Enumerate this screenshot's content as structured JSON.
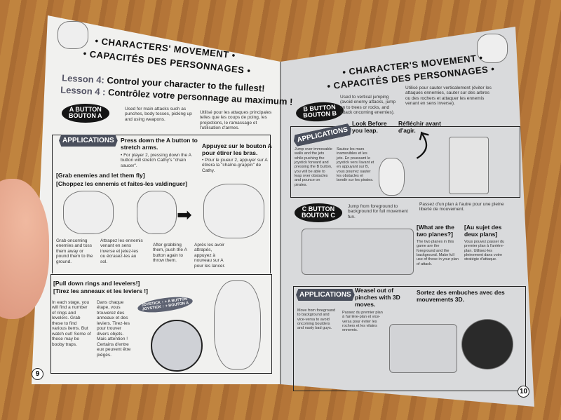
{
  "left_page": {
    "heading_en": "• CHARACTERS' MOVEMENT •",
    "heading_fr": "• CAPACITÉS DES PERSONNAGES •",
    "lesson_en_label": "Lesson 4:",
    "lesson_en_text": "Control your character to the fullest!",
    "lesson_fr_label": "Lesson 4 :",
    "lesson_fr_text": "Contrôlez votre personnage au maximum !",
    "a_button_label": "A BUTTON\nBOUTON A",
    "a_button_desc_en": "Used for main attacks such as punches, body tosses, picking up and using weapons.",
    "a_button_desc_fr": "Utilisé pour les attaques principales telles que les coups de poing, les projections, le ramassage et l'utilisation d'armes.",
    "applications_label": "APPLICATIONS",
    "app1_title_en": "Press down the A button to stretch arms.",
    "app1_note_en": "• For player 2, pressing down the A button will stretch Cathy's \"chain saucer\".",
    "app1_title_fr": "Appuyez sur le bouton A pour étirer les bras.",
    "app1_note_fr": "• Pour le joueur 2, appuyer sur A étirera la \"chaîne-grappin\" de Cathy.",
    "grab_title_en": "[Grab enemies and let them fly]",
    "grab_title_fr": "[Choppez les ennemis et faites-les valdinguer]",
    "grab_text_en": "Grab oncoming enemies and toss them away or pound them to the ground.",
    "grab_text_fr": "Attrapez les ennemis venant en sens inverse et jetez-les ou écrasez-les au sol.",
    "throw_text_en": "After grabbing them, push the A button again to throw them.",
    "throw_text_fr": "Après les avoir attrapés, appuyez à nouveau sur A pour les lancer.",
    "rings_title_en": "[Pull down rings and levelers!]",
    "rings_title_fr": "[Tirez les anneaux et les leviers !]",
    "rings_text_en": "In each stage, you will find a number of rings and levelers. Grab these to find various items. But watch out! Some of these may be booby traps.",
    "rings_text_fr": "Dans chaque étape, vous trouverez des anneaux et des leviers. Tirez-les pour trouver divers objets. Mais attention ! Certains d'entre eux peuvent être piégés.",
    "joystick_badge": "JOYSTICK ↑ + A BUTTON\nJOYSTICK ↑ + BOUTON A",
    "page_number": "9"
  },
  "right_page": {
    "heading_en": "• CHARACTER'S MOVEMENT •",
    "heading_fr": "• CAPACITÉS DES PERSONNAGES •",
    "b_button_label": "B BUTTON\nBOUTON B",
    "b_button_desc_en": "Used to vertical jumping (avoid enemy attacks, jump on to trees or rocks, and attack oncoming enemies).",
    "b_button_desc_fr": "Utilisé pour sauter verticalement (éviter les attaques ennemies, sauter sur des arbres ou des rochers et attaquer les ennemis venant en sens inverse).",
    "applications_label": "APPLICATIONS",
    "b_app_title_en": "Look Before you leap.",
    "b_app_title_fr": "Réfléchir avant d'agir.",
    "b_app_text_en": "Jump over immovable walls and the jets while pushing the joystick forward and pressing the B button, you will be able to leap over obstacles and pounce on pirates.",
    "b_app_text_fr": "Sautez les murs inamovibles et les jets. En poussant le joystick vers l'avant et en appuyant sur B, vous pourrez sauter les obstacles et bondir sur les pirates.",
    "c_button_label": "C BUTTON\nBOUTON C",
    "c_button_desc_en": "Jump from foreground to background for full movement fun.",
    "c_button_desc_fr": "Passez d'un plan à l'autre pour une pleine liberté de mouvement.",
    "planes_title_en": "[What are the two planes?]",
    "planes_text_en": "The two planes in this game are the foreground and the background. Make full use of these in your plan of attack.",
    "planes_title_fr": "[Au sujet des deux plans]",
    "planes_text_fr": "Vous pouvez passer du premier plan à l'arrière-plan. Utilisez-les pleinement dans votre stratégie d'attaque.",
    "c_app_title_en": "Weasel out of pinches with 3D moves.",
    "c_app_title_fr": "Sortez des embuches avec des mouvements 3D.",
    "c_app_text_en": "Move from foreground to background and vice-versa to avoid oncoming boulders and nasty bad guys.",
    "c_app_text_fr": "Passez du premier plan à l'arrière-plan et vice-versa pour éviter les rochers et les vilains ennemis.",
    "page_number": "10"
  }
}
